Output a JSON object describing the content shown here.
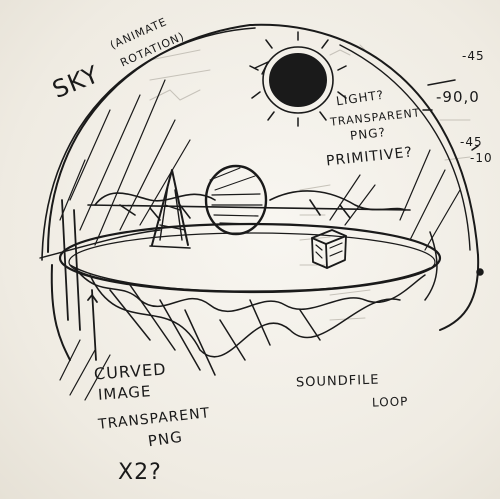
{
  "labels": {
    "sky": "SKY",
    "sky_note_1": "(ANIMATE",
    "sky_note_2": "ROTATION)",
    "sun_1": "LIGHT?",
    "sun_2": "TRANSPARENT",
    "sun_3": "PNG?",
    "sun_4": "PRIMITIVE?",
    "curved_1": "CURVED",
    "curved_2": "IMAGE",
    "curved_3": "TRANSPARENT",
    "curved_4": "PNG",
    "curved_5": "X2?",
    "sound_1": "SOUNDFILE",
    "sound_2": "LOOP"
  },
  "margin_notes": {
    "n1": "-45",
    "n2": "-90,0",
    "n3": "-45",
    "n4": "-10"
  },
  "colors": {
    "ink": "#1a1a1a",
    "paper": "#f4f1ea",
    "faint_ink": "#b9b6ae"
  }
}
